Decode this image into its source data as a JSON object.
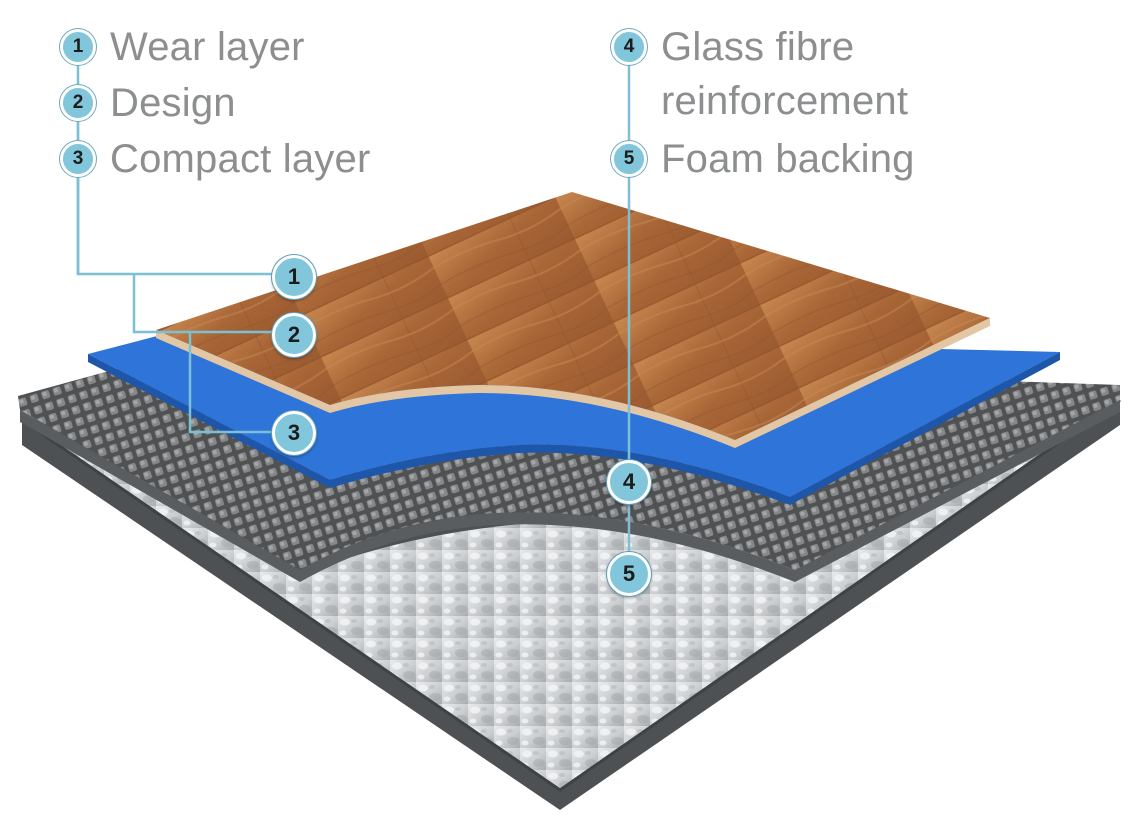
{
  "legend": [
    {
      "number": "1",
      "label": "Wear layer"
    },
    {
      "number": "2",
      "label": "Design"
    },
    {
      "number": "3",
      "label": "Compact layer"
    },
    {
      "number": "4",
      "label": "Glass fibre reinforcement"
    },
    {
      "number": "5",
      "label": "Foam backing"
    }
  ],
  "markers": [
    "1",
    "2",
    "3",
    "4",
    "5"
  ],
  "colors": {
    "badge": "#82c6db",
    "leader_line": "#7cc0d6",
    "legend_text": "#8c8e90",
    "wood": "#b0703f",
    "compact_layer": "#2f74d8",
    "glass_fibre_mesh": "#5d5f61",
    "foam_backing": "#cfd2d4",
    "base_edge": "#4d5153"
  }
}
